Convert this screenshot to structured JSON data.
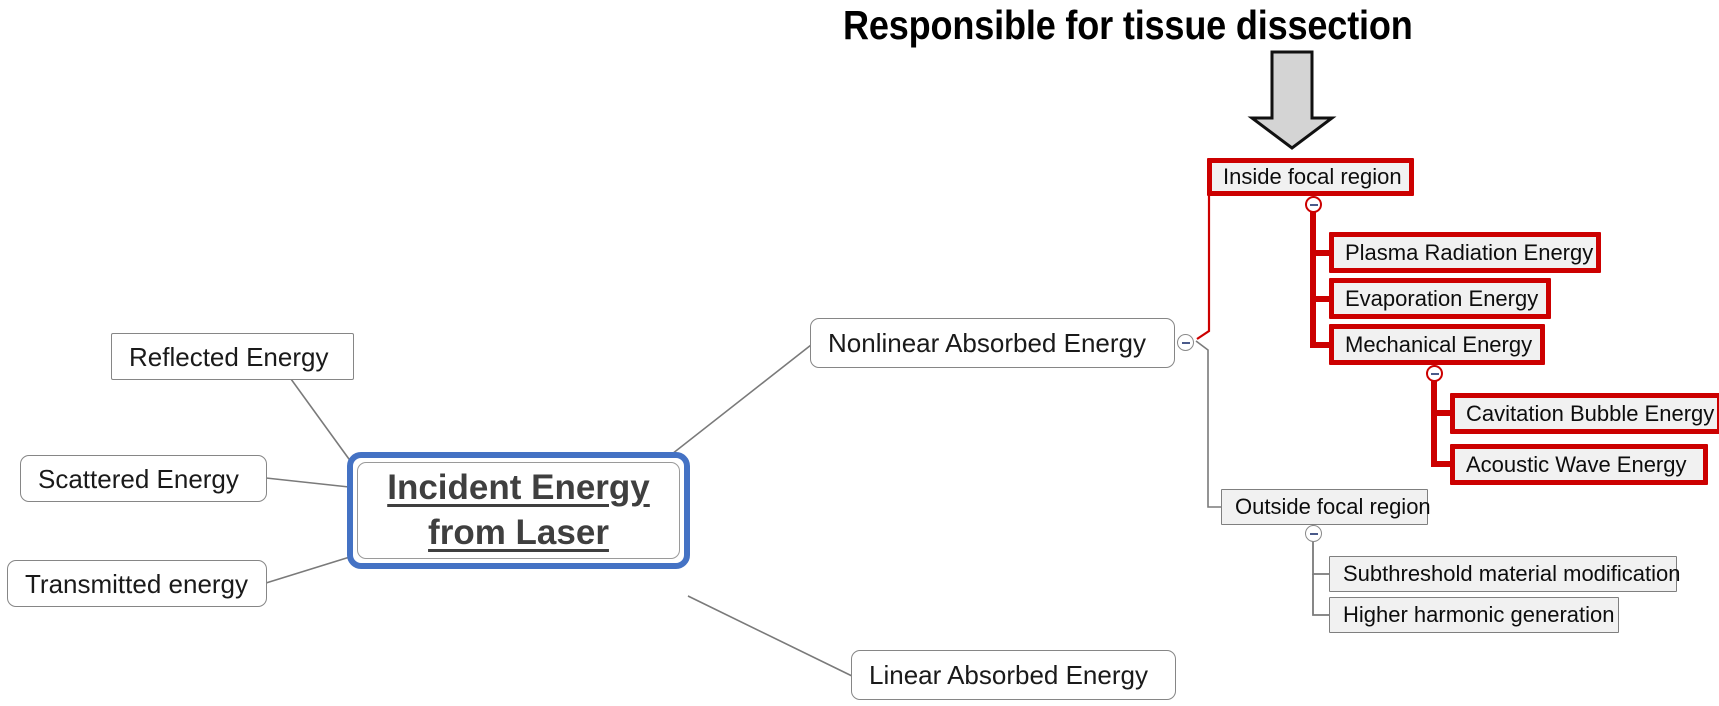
{
  "title": {
    "text": "Responsible for tissue dissection"
  },
  "annotation_arrow": {
    "icon": "down-block-arrow-icon",
    "fill": "#d4d4d4",
    "stroke": "#111111"
  },
  "colors": {
    "root_border": "#4472c4",
    "root_text": "#3f3f3f",
    "highlight_red": "#cc0000",
    "node_fill_grey": "#f1f1f1",
    "node_border_grey": "#7f7f7f",
    "plain_border": "#868686",
    "connector": "#7a7a7a",
    "background": "#ffffff"
  },
  "root": {
    "line1": "Incident Energy",
    "line2": "from Laser"
  },
  "left_branches": [
    {
      "label": "Reflected Energy",
      "style": "plain-square"
    },
    {
      "label": "Scattered Energy",
      "style": "plain-round"
    },
    {
      "label": "Transmitted energy",
      "style": "plain-round"
    }
  ],
  "right_branches": [
    {
      "label": "Nonlinear Absorbed Energy",
      "style": "plain-round",
      "expanded": true,
      "toggle": "minus-toggle-grey"
    },
    {
      "label": "Linear Absorbed Energy",
      "style": "plain-round",
      "expanded": false,
      "toggle": null
    }
  ],
  "nonlinear_children": [
    {
      "label": "Inside focal region",
      "style": "red",
      "highlighted": true,
      "toggle": "minus-toggle-red",
      "children": [
        {
          "label": "Plasma Radiation Energy",
          "style": "red",
          "children": []
        },
        {
          "label": "Evaporation Energy",
          "style": "red",
          "children": []
        },
        {
          "label": "Mechanical Energy",
          "style": "red",
          "toggle": "minus-toggle-red",
          "children": [
            {
              "label": "Cavitation Bubble Energy",
              "style": "red"
            },
            {
              "label": "Acoustic Wave Energy",
              "style": "red"
            }
          ]
        }
      ]
    },
    {
      "label": "Outside focal region",
      "style": "grey",
      "highlighted": false,
      "toggle": "minus-toggle-grey",
      "children": [
        {
          "label": "Subthreshold material modification",
          "style": "grey"
        },
        {
          "label": "Higher harmonic generation",
          "style": "grey"
        }
      ]
    }
  ]
}
